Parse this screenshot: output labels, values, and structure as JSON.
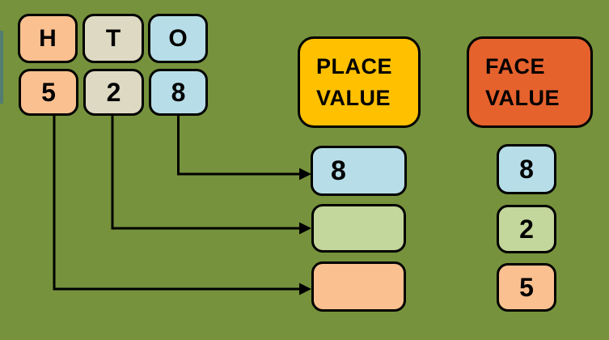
{
  "colors": {
    "background": "#76923C",
    "peach": "#FAC090",
    "tan": "#DDD9C3",
    "light_blue": "#B7DEE8",
    "light_green": "#C3D69B",
    "gold": "#FFC000",
    "orange_red": "#E5622D"
  },
  "hto_columns": {
    "headers": [
      {
        "label": "H"
      },
      {
        "label": "T"
      },
      {
        "label": "O"
      }
    ],
    "digits": [
      {
        "label": "5"
      },
      {
        "label": "2"
      },
      {
        "label": "8"
      }
    ]
  },
  "place_value": {
    "heading_line1": "PLACE",
    "heading_line2": "VALUE",
    "boxes": [
      {
        "value": "8"
      },
      {
        "value": ""
      },
      {
        "value": ""
      }
    ]
  },
  "face_value": {
    "heading_line1": "FACE",
    "heading_line2": "VALUE",
    "boxes": [
      {
        "value": "8"
      },
      {
        "value": "2"
      },
      {
        "value": "5"
      }
    ]
  }
}
